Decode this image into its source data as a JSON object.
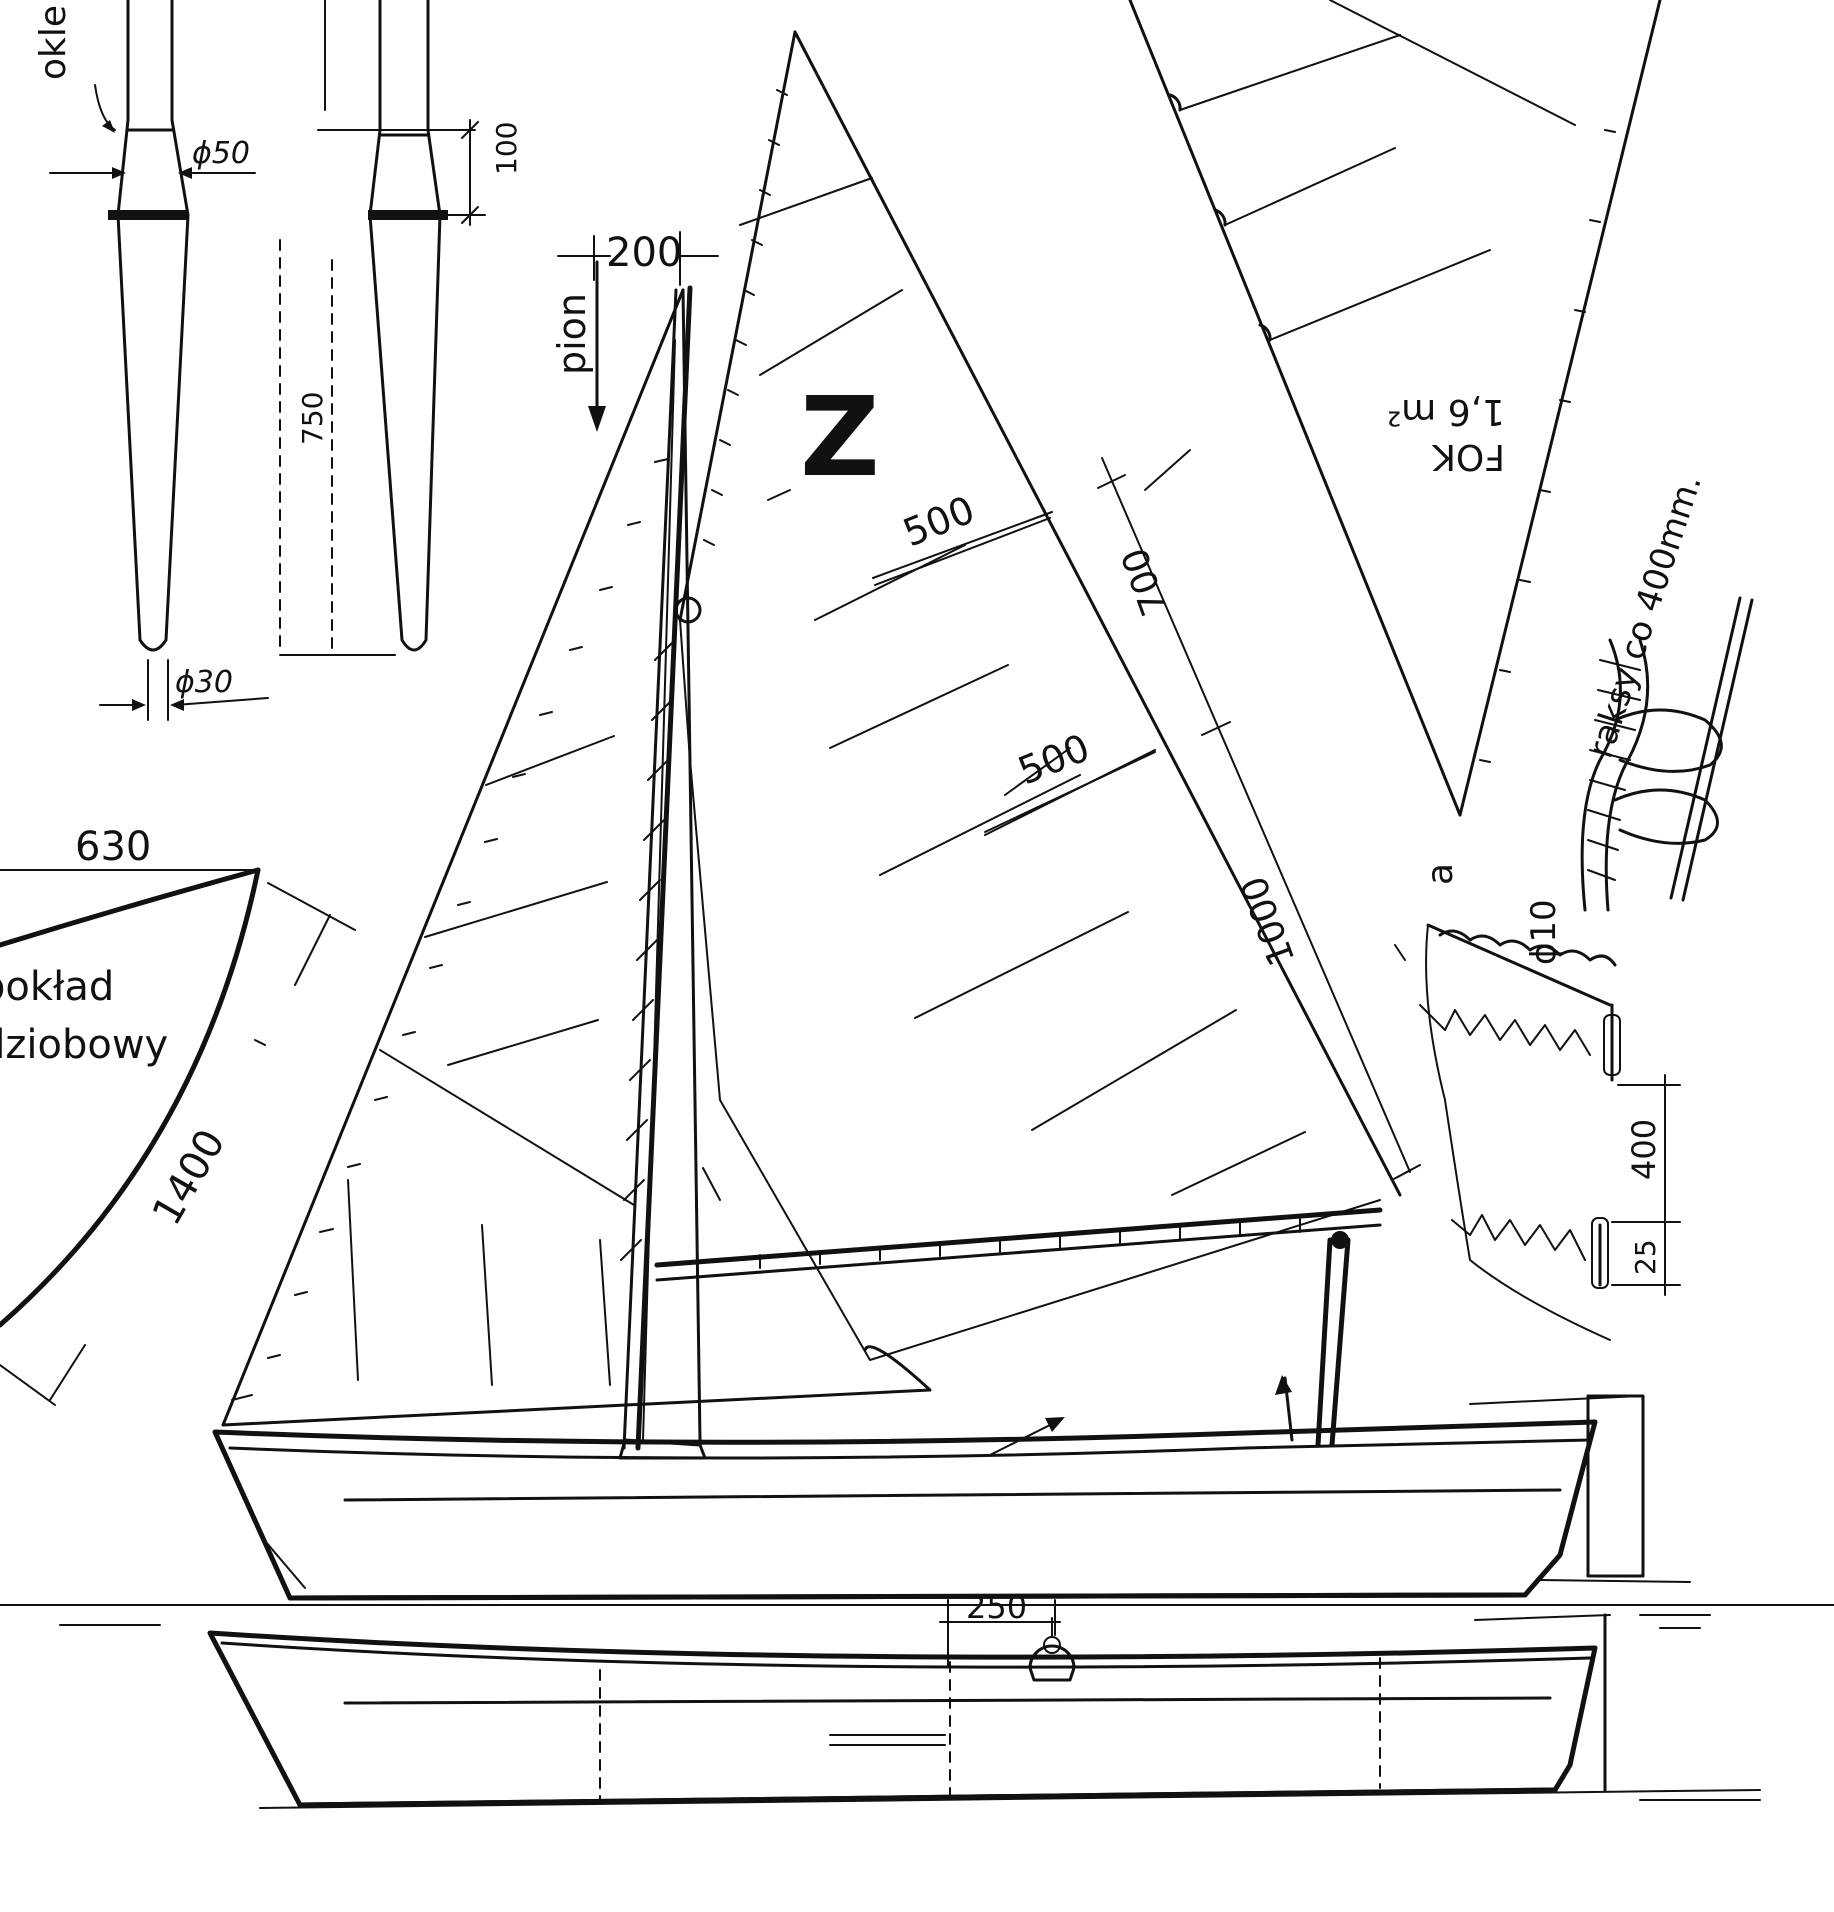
{
  "drawing": {
    "labels": {
      "okle": "okle",
      "d50": "ϕ50",
      "dim100": "100",
      "dim750": "750",
      "d30": "ϕ30",
      "dim200": "200",
      "pion": "pion",
      "sail_letter": "Z",
      "dim630": "630",
      "poklad": "pokład",
      "dziobowy": "dziobowy",
      "dim1400": "1400",
      "dim500_top": "500",
      "dim500_bottom": "500",
      "dim700": "700",
      "dim1000": "1000",
      "fok_title": "FOK",
      "fok_area": "1,6 m²",
      "raksy": "raksy co 400mm.",
      "label_a": "a",
      "d10": "ϕ10",
      "dim400": "400",
      "dim25": "25",
      "dim250": "250"
    }
  }
}
